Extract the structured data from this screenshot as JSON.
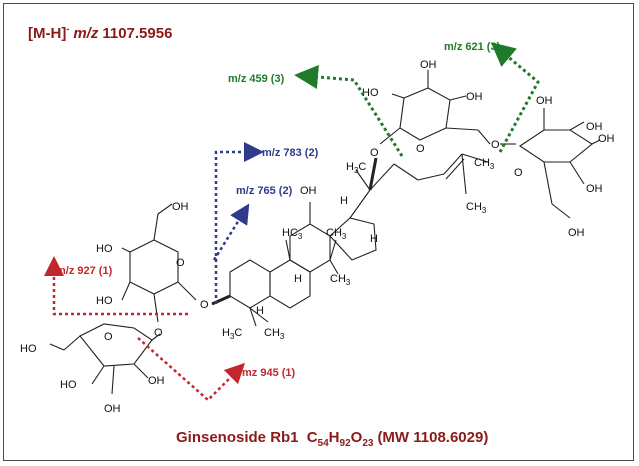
{
  "header": {
    "ion": "[M-H]",
    "charge": "-",
    "mz_label": "m/z",
    "mz_value": "1107.5956"
  },
  "compound": {
    "name": "Ginsenoside Rb1",
    "formula_parts": [
      "C",
      "54",
      "H",
      "92",
      "O",
      "23"
    ],
    "mw": "(MW 1108.6029)"
  },
  "fragments": [
    {
      "id": "mz621",
      "label": "m/z 621 (3)",
      "color": "#1f7a2b"
    },
    {
      "id": "mz459",
      "label": "m/z 459 (3)",
      "color": "#1f7a2b"
    },
    {
      "id": "mz783",
      "label": "m/z 783 (2)",
      "color": "#2e3a8c"
    },
    {
      "id": "mz765",
      "label": "m/z 765 (2)",
      "color": "#2e3a8c"
    },
    {
      "id": "mz927",
      "label": "m/z 927 (1)",
      "color": "#c1272d"
    },
    {
      "id": "mz945",
      "label": "mz 945 (1)",
      "color": "#c1272d"
    }
  ],
  "atoms": {
    "OH": "OH",
    "HO": "HO",
    "O": "O",
    "H": "H",
    "CH3": "CH",
    "sub3": "3",
    "H3C": "H",
    "C": "C"
  }
}
